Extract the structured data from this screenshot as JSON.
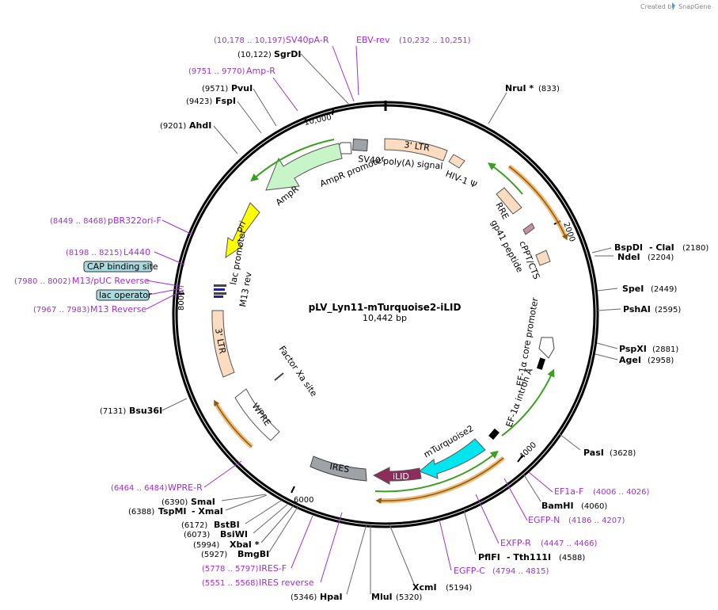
{
  "credit": {
    "text": "Created by",
    "brand": "SnapGene"
  },
  "plasmid": {
    "name": "pLV_Lyn11-mTurquoise2-iLID",
    "length": "10,442 bp"
  },
  "ticks": [
    "2000",
    "4000",
    "6000",
    "8000",
    "10,000"
  ],
  "colors": {
    "backbone": "#000000",
    "primer": "#a030d0",
    "ltr": "#fbdcc0",
    "ampr": "#c8f5c8",
    "ori": "#ffff00",
    "mturquoise": "#00e5ee",
    "ilid": "#8e2d5a",
    "ires": "#9ea3a8",
    "green_arrow": "#3aa020",
    "orange_arrow": "#e8a040",
    "boxed_feature": "#a8dbe0"
  },
  "sites": [
    {
      "name": "NruI *",
      "pos": "(833)"
    },
    {
      "name": "BspDI",
      "extra": "- ClaI",
      "pos": "(2180)"
    },
    {
      "name": "NdeI",
      "pos": "(2204)"
    },
    {
      "name": "SpeI",
      "pos": "(2449)"
    },
    {
      "name": "PshAI",
      "pos": "(2595)"
    },
    {
      "name": "PspXI",
      "pos": "(2881)"
    },
    {
      "name": "AgeI",
      "pos": "(2958)"
    },
    {
      "name": "PasI",
      "pos": "(3628)"
    },
    {
      "name": "BamHI",
      "pos": "(4060)"
    },
    {
      "name": "PflFI",
      "extra": "- Tth111I",
      "pos": "(4588)"
    },
    {
      "name": "XcmI",
      "pos": "(5194)"
    },
    {
      "name": "MluI",
      "pos": "(5320)"
    },
    {
      "name": "HpaI",
      "pos": "(5346)"
    },
    {
      "name": "BmgBI",
      "pos": "(5927)"
    },
    {
      "name": "XbaI *",
      "pos": "(5994)"
    },
    {
      "name": "BsiWI",
      "pos": "(6073)"
    },
    {
      "name": "BstBI",
      "pos": "(6172)"
    },
    {
      "name": "TspMI",
      "extra": "- XmaI",
      "pos": "(6388)"
    },
    {
      "name": "SmaI",
      "pos": "(6390)"
    },
    {
      "name": "Bsu36I",
      "pos": "(7131)"
    },
    {
      "name": "AhdI",
      "pos": "(9201)"
    },
    {
      "name": "FspI",
      "pos": "(9423)"
    },
    {
      "name": "PvuI",
      "pos": "(9571)"
    },
    {
      "name": "SgrDI",
      "pos": "(10,122)"
    }
  ],
  "primers": [
    {
      "name": "SV40pA-R",
      "pos": "(10,178 .. 10,197)"
    },
    {
      "name": "EBV-rev",
      "pos": "(10,232 .. 10,251)"
    },
    {
      "name": "Amp-R",
      "pos": "(9751 .. 9770)"
    },
    {
      "name": "pBR322ori-F",
      "pos": "(8449 .. 8468)"
    },
    {
      "name": "L4440",
      "pos": "(8198 .. 8215)"
    },
    {
      "name": "M13/pUC Reverse",
      "pos": "(7980 .. 8002)"
    },
    {
      "name": "M13 Reverse",
      "pos": "(7967 .. 7983)"
    },
    {
      "name": "WPRE-R",
      "pos": "(6464 .. 6484)"
    },
    {
      "name": "IRES-F",
      "pos": "(5778 .. 5797)"
    },
    {
      "name": "IRES reverse",
      "pos": "(5551 .. 5568)"
    },
    {
      "name": "EGFP-C",
      "pos": "(4794 .. 4815)"
    },
    {
      "name": "EXFP-R",
      "pos": "(4447 .. 4466)"
    },
    {
      "name": "EGFP-N",
      "pos": "(4186 .. 4207)"
    },
    {
      "name": "EF1a-F",
      "pos": "(4006 .. 4026)"
    }
  ],
  "boxed_features": [
    "CAP binding site",
    "lac operator"
  ],
  "features": {
    "ltr3_top": "3' LTR",
    "hiv_psi": "HIV-1 Ψ",
    "sv40_polya": "SV40 poly(A) signal",
    "ampr_promoter": "AmpR promoter",
    "ampr": "AmpR",
    "rre": "RRE",
    "gp41": "gp41 peptide",
    "cppt": "cPPT/CTS",
    "ori": "ori",
    "lac_promoter": "lac promoter",
    "m13_rev": "M13 rev",
    "ltr3_left": "3' LTR",
    "factor_xa": "Factor Xa site",
    "wpre": "WPRE",
    "ef1a_core": "EF-1α core promoter",
    "ef1a_intron": "EF-1α intron A",
    "mturquoise2": "mTurquoise2",
    "ilid": "iLID",
    "ires": "IRES"
  }
}
